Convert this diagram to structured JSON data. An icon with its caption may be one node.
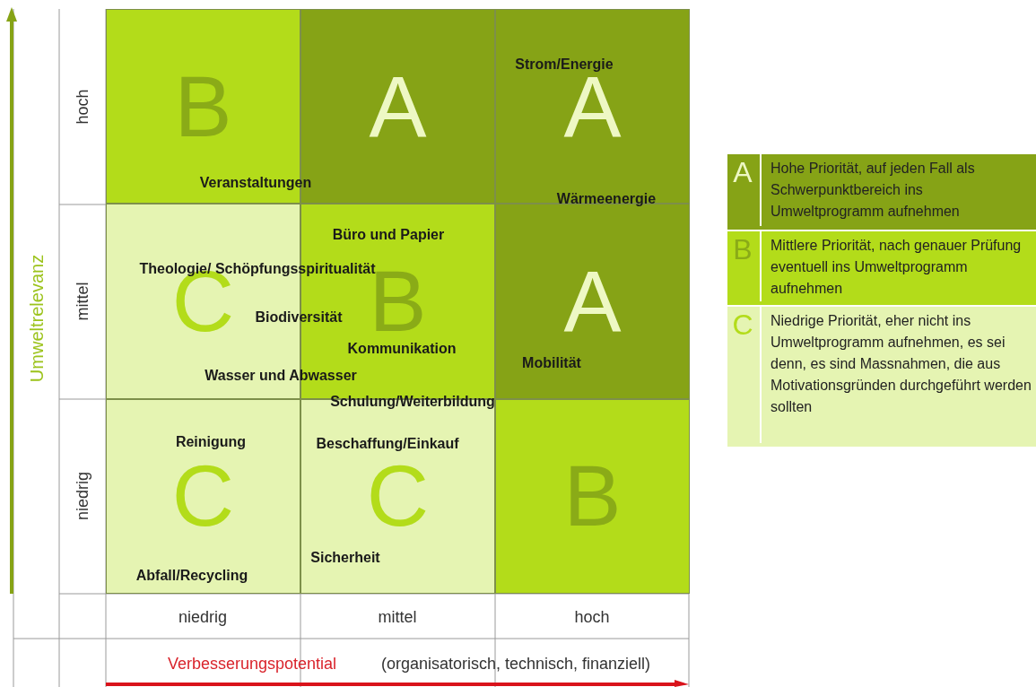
{
  "diagram": {
    "nodes": [
      {
        "text": [
          "B"
        ]
      },
      {
        "text": [
          "A"
        ]
      },
      {
        "text": [
          "A"
        ]
      },
      {
        "text": [
          "C"
        ]
      },
      {
        "text": [
          "B"
        ]
      },
      {
        "text": [
          "A"
        ]
      },
      {
        "text": [
          "C"
        ]
      },
      {
        "text": [
          "C"
        ]
      },
      {
        "text": [
          "B"
        ]
      },
      {
        "text": [
          "A",
          "Hohe Priorität, auf jeden Fall als Schwerpunktbereich ins Umweltprogramm aufnehmen"
        ]
      },
      {
        "text": [
          "B",
          "Mittlere Priorität, nach genauer Prüfung eventuell ins Umweltprogramm aufnehmen"
        ]
      },
      {
        "text": [
          "C",
          "Niedrige Priorität, eher nicht ins Umweltprogramm aufnehmen, es sei denn, es sind Massnahmen, die aus Motivationsgründen durchgeführt werden sollten"
        ]
      }
    ],
    "labels": [
      "hoch",
      "mittel",
      "niedrig",
      "Umweltrelevanz",
      "Strom/Energie",
      "Veranstaltungen",
      "Wärmeenergie",
      "Büro und Papier",
      "Theologie/ Schöpfungsspiritualität",
      "Biodiversität",
      "Mobilität",
      "Kommunikation",
      "Wasser und Abwasser",
      "Schulung/Weiterbildung",
      "Reinigung",
      "Beschaffung/Einkauf",
      "Sicherheit",
      "Abfall/Recycling",
      "niedrig",
      "mittel",
      "hoch",
      "Verbesserungspotential",
      "(organisatorisch, technisch, finanziell)"
    ]
  }
}
